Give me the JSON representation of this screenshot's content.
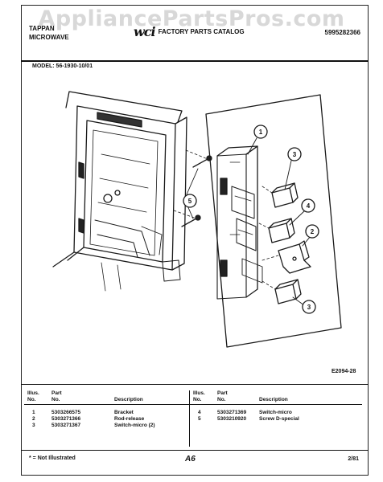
{
  "watermark": "AppliancePartsPros.com",
  "header": {
    "brand_line1": "TAPPAN",
    "brand_line2": "MICROWAVE",
    "logo": "wci",
    "catalog_title": "FACTORY PARTS CATALOG",
    "publication_number": "5995282366"
  },
  "model": "MODEL: 56-1930-10/01",
  "diagram": {
    "code": "E2094-28",
    "callouts": [
      "1",
      "2",
      "3",
      "3",
      "4",
      "5"
    ]
  },
  "table": {
    "headers": {
      "illus_no_1": "Illus.",
      "illus_no_2": "No.",
      "part_no_1": "Part",
      "part_no_2": "No.",
      "description": "Description"
    },
    "left_rows": [
      {
        "illus": "1",
        "part": "5303266575",
        "desc": "Bracket"
      },
      {
        "illus": "2",
        "part": "5303271366",
        "desc": "Rod-release"
      },
      {
        "illus": "3",
        "part": "5303271367",
        "desc": "Switch-micro (2)"
      }
    ],
    "right_rows": [
      {
        "illus": "4",
        "part": "5303271369",
        "desc": "Switch-micro"
      },
      {
        "illus": "5",
        "part": "5303210920",
        "desc": "Screw D-special"
      }
    ]
  },
  "footer": {
    "note": "* = Not Illustrated",
    "page": "A6",
    "date": "2/81"
  }
}
